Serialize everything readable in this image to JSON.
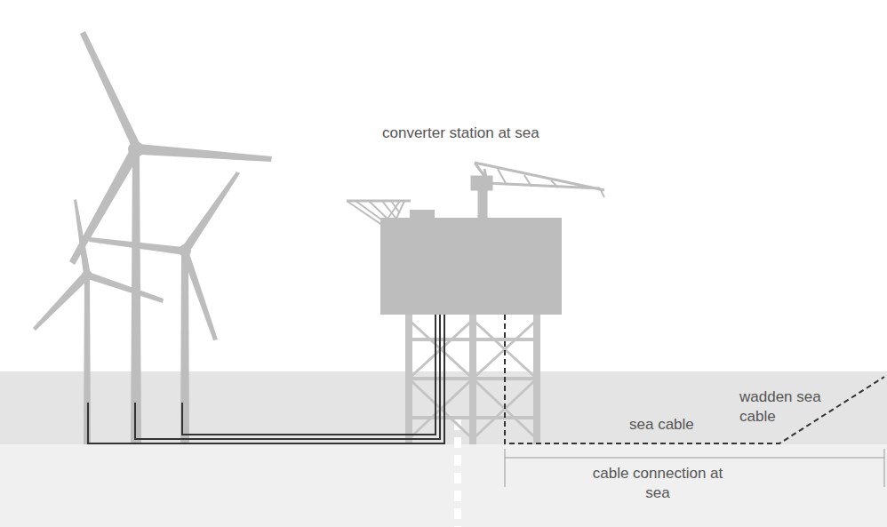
{
  "diagram": {
    "labels": [
      "converter station at sea",
      "sea cable",
      "wadden sea cable",
      "cable connection at sea"
    ]
  }
}
